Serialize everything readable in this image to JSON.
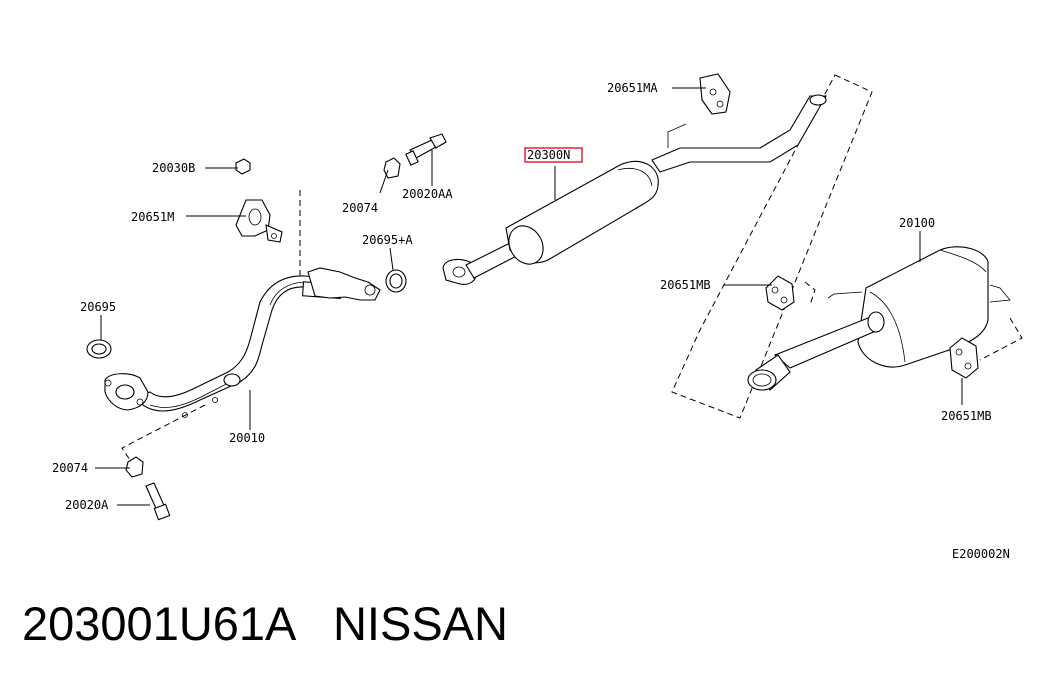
{
  "diagram": {
    "labels": {
      "tail_pipe_mount_top": "20651MA",
      "highlighted_part": "20300N",
      "stud_bolt": "20020AA",
      "nut": "20074",
      "upper_nut": "20030B",
      "front_mount": "20651M",
      "gasket_mid": "20695+A",
      "gasket_left": "20695",
      "mid_mount": "20651MB",
      "rear_muffler": "20100",
      "rear_mount": "20651MB",
      "front_pipe": "20010",
      "lower_nut": "20074",
      "lower_bolt": "20020A",
      "diagram_code": "E200002N"
    }
  },
  "footer": {
    "title": "203001U61A   NISSAN"
  }
}
